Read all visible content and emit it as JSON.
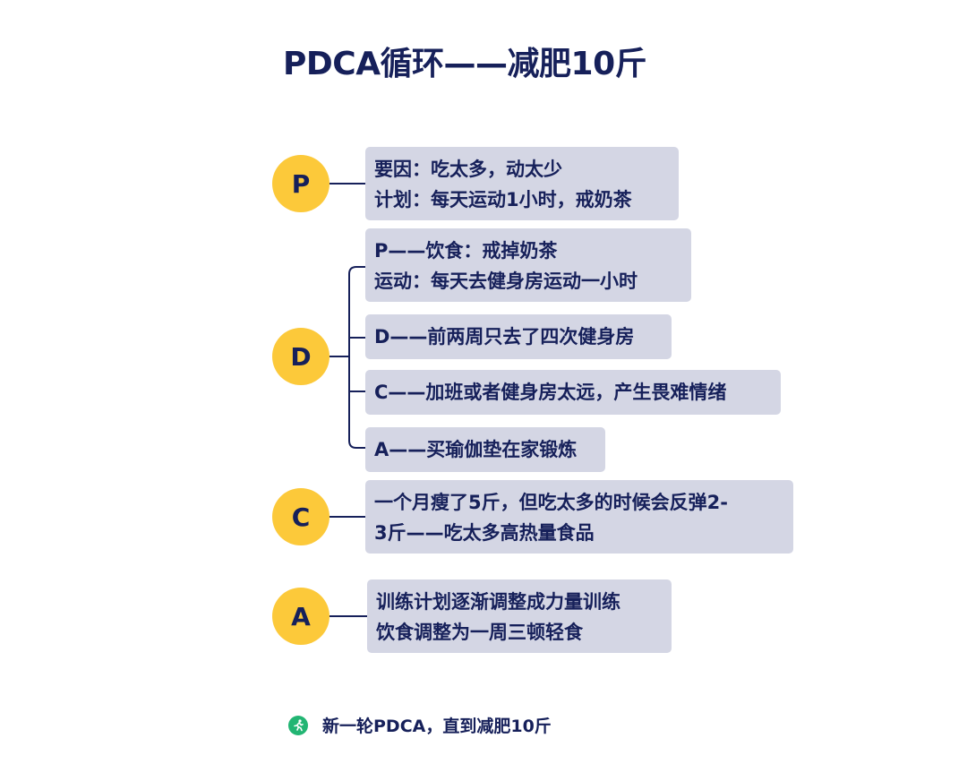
{
  "title": "PDCA循环——减肥10斤",
  "stages": {
    "p": {
      "letter": "P",
      "boxes": [
        {
          "lines": [
            "要因：吃太多，动太少",
            "计划：每天运动1小时，戒奶茶"
          ]
        }
      ]
    },
    "d": {
      "letter": "D",
      "boxes": [
        {
          "lines": [
            "P——饮食：戒掉奶茶",
            "运动：每天去健身房运动一小时"
          ]
        },
        {
          "lines": [
            "D——前两周只去了四次健身房"
          ]
        },
        {
          "lines": [
            "C——加班或者健身房太远，产生畏难情绪"
          ]
        },
        {
          "lines": [
            "A——买瑜伽垫在家锻炼"
          ]
        }
      ]
    },
    "c": {
      "letter": "C",
      "boxes": [
        {
          "lines": [
            "一个月瘦了5斤，但吃太多的时候会反弹2-",
            "3斤——吃太多高热量食品"
          ]
        }
      ]
    },
    "a": {
      "letter": "A",
      "boxes": [
        {
          "lines": [
            "训练计划逐渐调整成力量训练",
            "饮食调整为一周三顿轻食"
          ]
        }
      ]
    }
  },
  "footer": {
    "icon": "running-person-icon",
    "text": "新一轮PDCA，直到减肥10斤"
  },
  "colors": {
    "circle": "#fcc93a",
    "box": "#d4d6e4",
    "text": "#16205a",
    "icon": "#22b573"
  }
}
